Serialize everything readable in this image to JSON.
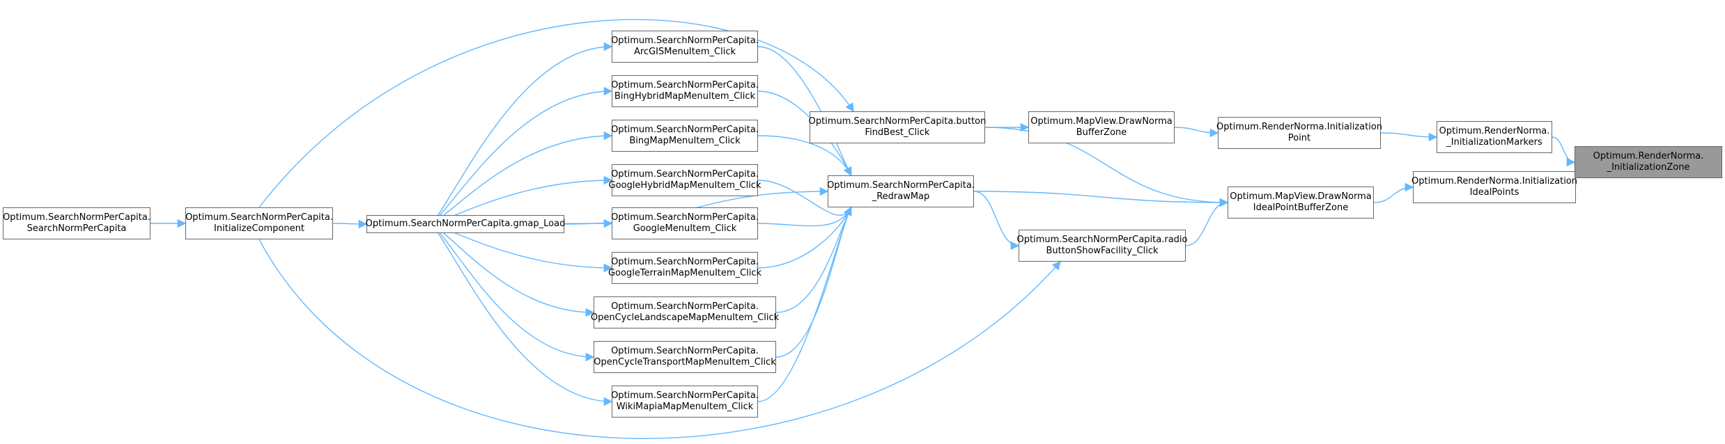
{
  "nodes": {
    "n_ctor": {
      "line1": "Optimum.SearchNormPerCapita.",
      "line2": "SearchNormPerCapita"
    },
    "n_init": {
      "line1": "Optimum.SearchNormPerCapita.",
      "line2": "InitializeComponent"
    },
    "n_gmap": {
      "line1": "Optimum.SearchNormPerCapita.gmap_Load"
    },
    "n_arcgis": {
      "line1": "Optimum.SearchNormPerCapita.",
      "line2": "ArcGISMenuItem_Click"
    },
    "n_binghybrid": {
      "line1": "Optimum.SearchNormPerCapita.",
      "line2": "BingHybridMapMenuItem_Click"
    },
    "n_bingmap": {
      "line1": "Optimum.SearchNormPerCapita.",
      "line2": "BingMapMenuItem_Click"
    },
    "n_ghybrid": {
      "line1": "Optimum.SearchNormPerCapita.",
      "line2": "GoogleHybridMapMenuItem_Click"
    },
    "n_google": {
      "line1": "Optimum.SearchNormPerCapita.",
      "line2": "GoogleMenuItem_Click"
    },
    "n_gterrain": {
      "line1": "Optimum.SearchNormPerCapita.",
      "line2": "GoogleTerrainMapMenuItem_Click"
    },
    "n_ocland": {
      "line1": "Optimum.SearchNormPerCapita.",
      "line2": "OpenCycleLandscapeMapMenuItem_Click"
    },
    "n_octrans": {
      "line1": "Optimum.SearchNormPerCapita.",
      "line2": "OpenCycleTransportMapMenuItem_Click"
    },
    "n_wiki": {
      "line1": "Optimum.SearchNormPerCapita.",
      "line2": "WikiMapiaMapMenuItem_Click"
    },
    "n_findbest": {
      "line1": "Optimum.SearchNormPerCapita.button",
      "line2": "FindBest_Click"
    },
    "n_redraw": {
      "line1": "Optimum.SearchNormPerCapita.",
      "line2": "_RedrawMap"
    },
    "n_radio": {
      "line1": "Optimum.SearchNormPerCapita.radio",
      "line2": "ButtonShowFacility_Click"
    },
    "n_drawbuffer": {
      "line1": "Optimum.MapView.DrawNorma",
      "line2": "BufferZone"
    },
    "n_drawideal": {
      "line1": "Optimum.MapView.DrawNorma",
      "line2": "IdealPointBufferZone"
    },
    "n_initpoint": {
      "line1": "Optimum.RenderNorma.Initialization",
      "line2": "Point"
    },
    "n_markers": {
      "line1": "Optimum.RenderNorma.",
      "line2": "_InitializationMarkers"
    },
    "n_idealpts": {
      "line1": "Optimum.RenderNorma.Initialization",
      "line2": "IdealPoints"
    },
    "n_zone": {
      "line1": "Optimum.RenderNorma.",
      "line2": "_InitializationZone"
    }
  },
  "edges": [
    [
      "n_ctor",
      "n_init"
    ],
    [
      "n_init",
      "n_gmap"
    ],
    [
      "n_init",
      "n_findbest"
    ],
    [
      "n_init",
      "n_radio"
    ],
    [
      "n_gmap",
      "n_arcgis"
    ],
    [
      "n_gmap",
      "n_binghybrid"
    ],
    [
      "n_gmap",
      "n_bingmap"
    ],
    [
      "n_gmap",
      "n_ghybrid"
    ],
    [
      "n_gmap",
      "n_google"
    ],
    [
      "n_gmap",
      "n_gterrain"
    ],
    [
      "n_gmap",
      "n_ocland"
    ],
    [
      "n_gmap",
      "n_octrans"
    ],
    [
      "n_gmap",
      "n_wiki"
    ],
    [
      "n_gmap",
      "n_redraw"
    ],
    [
      "n_arcgis",
      "n_redraw"
    ],
    [
      "n_binghybrid",
      "n_redraw"
    ],
    [
      "n_bingmap",
      "n_redraw"
    ],
    [
      "n_ghybrid",
      "n_redraw"
    ],
    [
      "n_google",
      "n_redraw"
    ],
    [
      "n_gterrain",
      "n_redraw"
    ],
    [
      "n_ocland",
      "n_redraw"
    ],
    [
      "n_octrans",
      "n_redraw"
    ],
    [
      "n_wiki",
      "n_redraw"
    ],
    [
      "n_findbest",
      "n_drawbuffer"
    ],
    [
      "n_findbest",
      "n_drawideal"
    ],
    [
      "n_redraw",
      "n_drawideal"
    ],
    [
      "n_redraw",
      "n_radio"
    ],
    [
      "n_radio",
      "n_drawideal"
    ],
    [
      "n_drawbuffer",
      "n_initpoint"
    ],
    [
      "n_initpoint",
      "n_markers"
    ],
    [
      "n_markers",
      "n_zone"
    ],
    [
      "n_drawideal",
      "n_idealpts"
    ],
    [
      "n_idealpts",
      "n_zone"
    ]
  ],
  "colors": {
    "edge": "#63b8ff",
    "node_border": "#666666",
    "focus_fill": "#999999"
  }
}
